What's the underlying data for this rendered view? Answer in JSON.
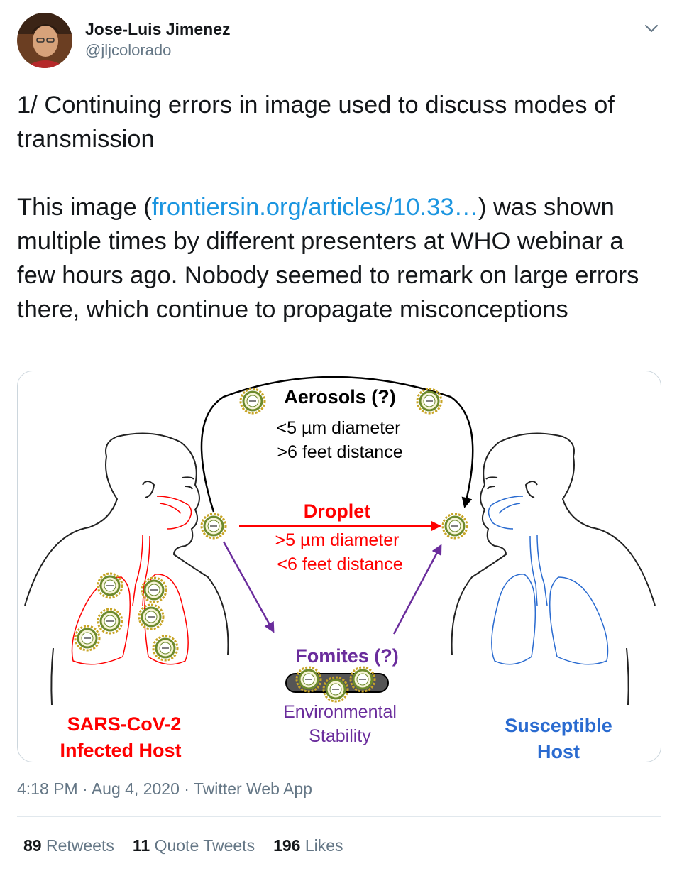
{
  "author": {
    "name": "Jose-Luis Jimenez",
    "handle": "@jljcolorado"
  },
  "tweet": {
    "line1": "1/ Continuing errors in image used to discuss modes of transmission",
    "text_before_link": "This image (",
    "link_text": "frontiersin.org/articles/10.33…",
    "text_after_link": ") was shown multiple times by different presenters at WHO webinar a few hours ago. Nobody seemed to remark on large errors there, which continue to propagate misconceptions"
  },
  "diagram": {
    "aerosols": {
      "title": "Aerosols (?)",
      "line1": "<5 µm diameter",
      "line2": ">6 feet distance"
    },
    "droplet": {
      "title": "Droplet",
      "line1": ">5 µm diameter",
      "line2": "<6 feet distance"
    },
    "fomites": {
      "title": "Fomites (?)",
      "line1": "Environmental",
      "line2": "Stability"
    },
    "infected": {
      "line1": "SARS-CoV-2",
      "line2": "Infected Host"
    },
    "susceptible": {
      "line1": "Susceptible",
      "line2": "Host"
    },
    "colors": {
      "droplet": "#ff0000",
      "fomites": "#6a2c9c",
      "susceptible": "#2a6bd0",
      "aerosols": "#000000",
      "virus": "#6d8a2c"
    }
  },
  "meta": {
    "time": "4:18 PM",
    "separator": " · ",
    "date": "Aug 4, 2020",
    "source": "Twitter Web App"
  },
  "stats": {
    "retweets_count": "89",
    "retweets_label": "Retweets",
    "quotes_count": "11",
    "quotes_label": "Quote Tweets",
    "likes_count": "196",
    "likes_label": "Likes"
  }
}
